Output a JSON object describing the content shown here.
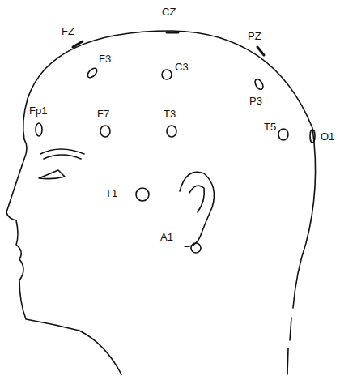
{
  "diagram": {
    "labels": [
      "CZ",
      "FZ",
      "PZ",
      "F3",
      "C3",
      "P3",
      "Fp1",
      "F7",
      "T3",
      "T5",
      "O1",
      "T1",
      "A1"
    ]
  }
}
